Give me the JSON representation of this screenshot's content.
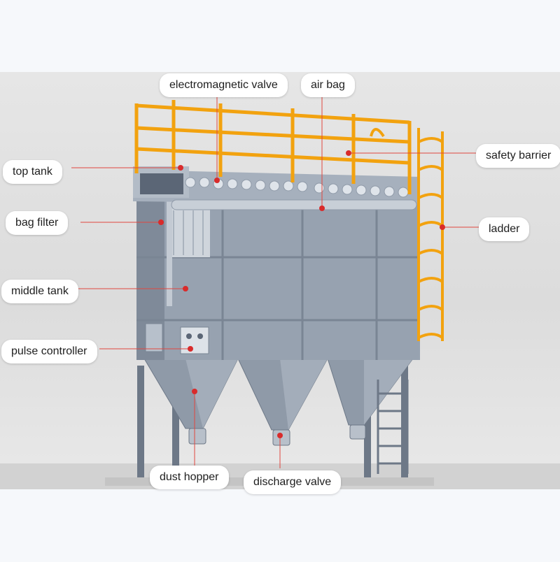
{
  "labels": {
    "electromagnetic_valve": "electromagnetic valve",
    "air_bag": "air bag",
    "safety_barrier": "safety barrier",
    "top_tank": "top tank",
    "bag_filter": "bag filter",
    "ladder": "ladder",
    "middle_tank": "middle tank",
    "pulse_controller": "pulse controller",
    "dust_hopper": "dust hopper",
    "discharge_valve": "discharge valve"
  },
  "colors": {
    "railing": "#f2a20f",
    "steel": "#8f9aa8",
    "steel_dark": "#6d7887",
    "leader": "#e0473f",
    "marker": "#d92b2b"
  }
}
